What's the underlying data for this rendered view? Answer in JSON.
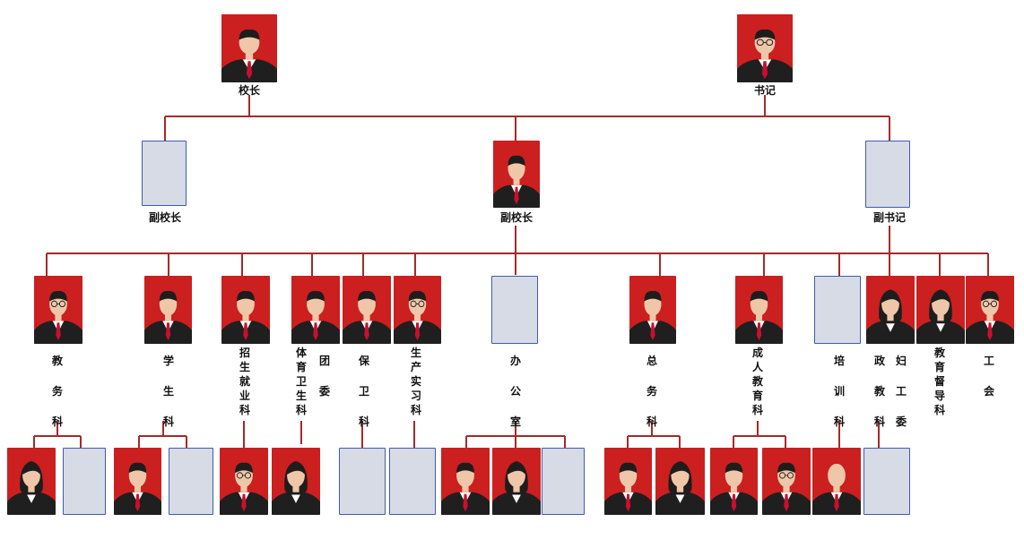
{
  "colors": {
    "line": "#a52a2a",
    "photo_bg": "#cc1f1f",
    "placeholder_fill": "#d7dbe6",
    "placeholder_border": "#3f5ca8",
    "label": "#111111"
  },
  "top": {
    "principal": {
      "label": "校长",
      "vacant": false,
      "person": "man-shirt"
    },
    "secretary": {
      "label": "书记",
      "vacant": false,
      "person": "man-glasses"
    }
  },
  "second": {
    "vp_left": {
      "label": "副校长",
      "vacant": true
    },
    "vp_center": {
      "label": "副校长",
      "vacant": false,
      "person": "man-suit"
    },
    "deputy_sec": {
      "label": "副书记",
      "vacant": true
    }
  },
  "departments": [
    {
      "id": "dept-jiaowu",
      "label": "教务科",
      "vacant": false,
      "person": "man-glasses"
    },
    {
      "id": "dept-xuesheng",
      "label": "学生科",
      "vacant": false,
      "person": "man-suit"
    },
    {
      "id": "dept-zhaosheng",
      "label": "招生就业科",
      "vacant": false,
      "person": "man-suit"
    },
    {
      "id": "dept-tiyu",
      "label": "体育卫生科",
      "vacant": false,
      "person": "man-suit"
    },
    {
      "id": "dept-tuanwei",
      "label": "团委",
      "vacant": false,
      "person": ""
    },
    {
      "id": "dept-baowei",
      "label": "保卫科",
      "vacant": false,
      "person": "man-suit"
    },
    {
      "id": "dept-shengchan",
      "label": "生产实习科",
      "vacant": false,
      "person": "man-glasses"
    },
    {
      "id": "dept-bangong",
      "label": "办公室",
      "vacant": true
    },
    {
      "id": "dept-zongwu",
      "label": "总务科",
      "vacant": false,
      "person": "man-suit"
    },
    {
      "id": "dept-chengren",
      "label": "成人教育科",
      "vacant": false,
      "person": "man-suit"
    },
    {
      "id": "dept-peixun",
      "label": "培训科",
      "vacant": true
    },
    {
      "id": "dept-zhengjiao",
      "label": "政教科",
      "vacant": false,
      "person": "woman"
    },
    {
      "id": "dept-fugong",
      "label": "妇工委",
      "vacant": false,
      "person": ""
    },
    {
      "id": "dept-dudao",
      "label": "教育督导科",
      "vacant": false,
      "person": "woman"
    },
    {
      "id": "dept-gonghui",
      "label": "工会",
      "vacant": false,
      "person": "man-glasses"
    }
  ],
  "staff": [
    {
      "vacant": false,
      "person": "woman"
    },
    {
      "vacant": true
    },
    {
      "vacant": false,
      "person": "man-suit"
    },
    {
      "vacant": true
    },
    {
      "vacant": false,
      "person": "man-glasses"
    },
    {
      "vacant": false,
      "person": "woman"
    },
    {
      "vacant": true
    },
    {
      "vacant": true
    },
    {
      "vacant": false,
      "person": "man-suit"
    },
    {
      "vacant": false,
      "person": "woman"
    },
    {
      "vacant": true
    },
    {
      "vacant": false,
      "person": "man-suit"
    },
    {
      "vacant": false,
      "person": "woman"
    },
    {
      "vacant": false,
      "person": "man-suit"
    },
    {
      "vacant": false,
      "person": "man-glasses"
    },
    {
      "vacant": false,
      "person": "man-bald"
    },
    {
      "vacant": true
    }
  ]
}
